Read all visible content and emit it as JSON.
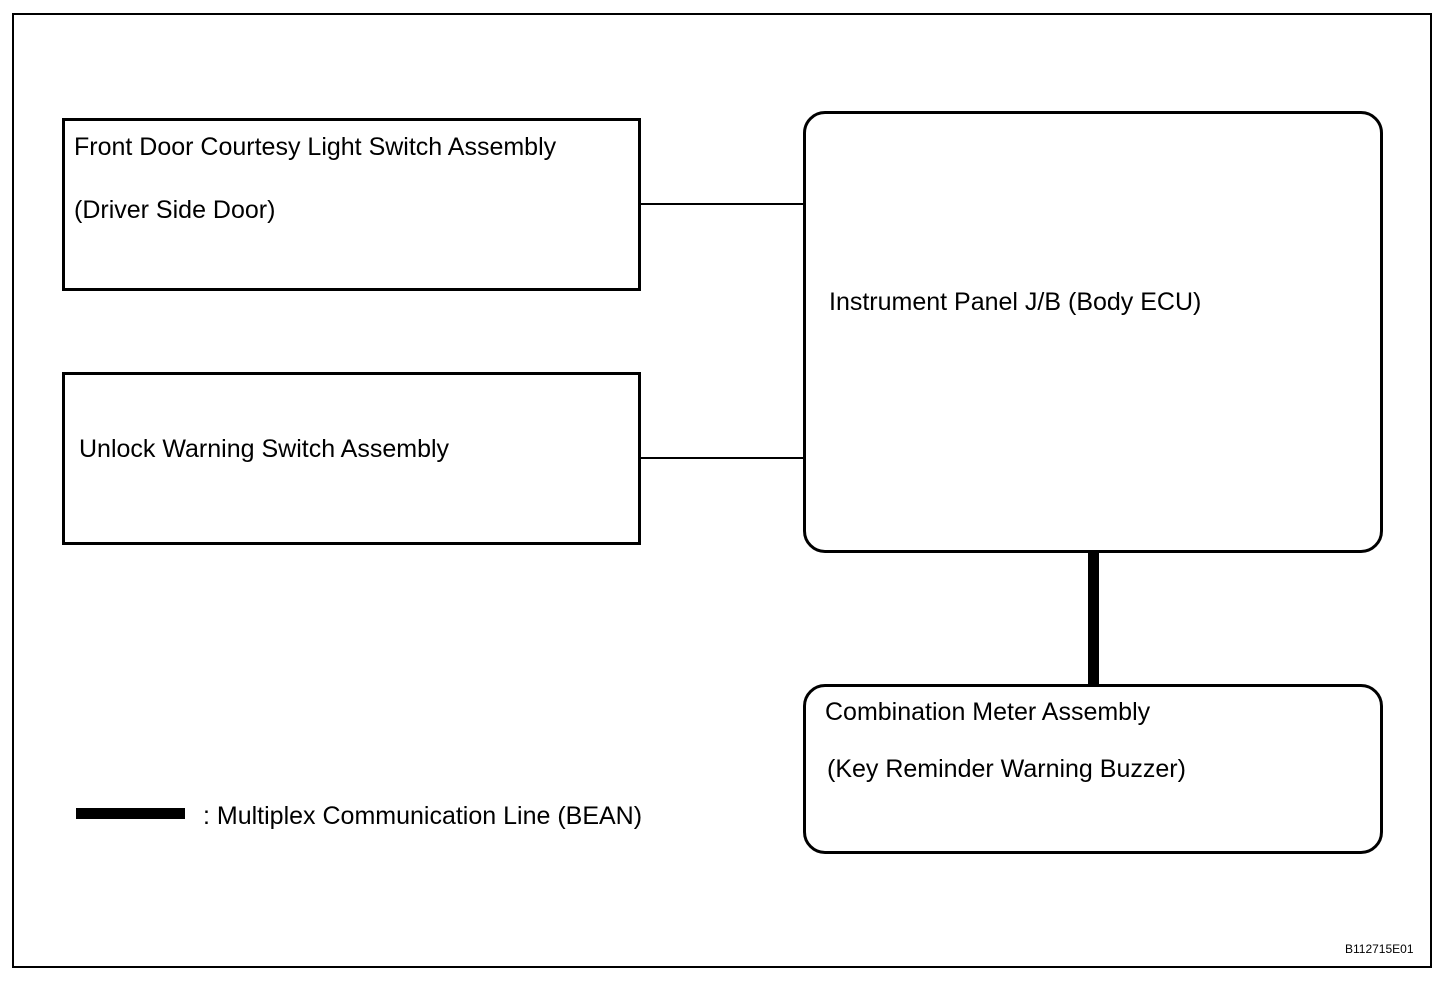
{
  "blocks": {
    "front_door_switch": {
      "line1": "Front Door Courtesy Light Switch Assembly",
      "line2": "(Driver Side Door)"
    },
    "unlock_warning_switch": {
      "line1": "Unlock Warning Switch Assembly"
    },
    "body_ecu": {
      "line1": "Instrument Panel J/B (Body ECU)"
    },
    "combination_meter": {
      "line1": "Combination Meter Assembly",
      "line2": "(Key Reminder Warning Buzzer)"
    }
  },
  "legend": {
    "label": ": Multiplex Communication Line (BEAN)"
  },
  "figure_id": "B112715E01"
}
